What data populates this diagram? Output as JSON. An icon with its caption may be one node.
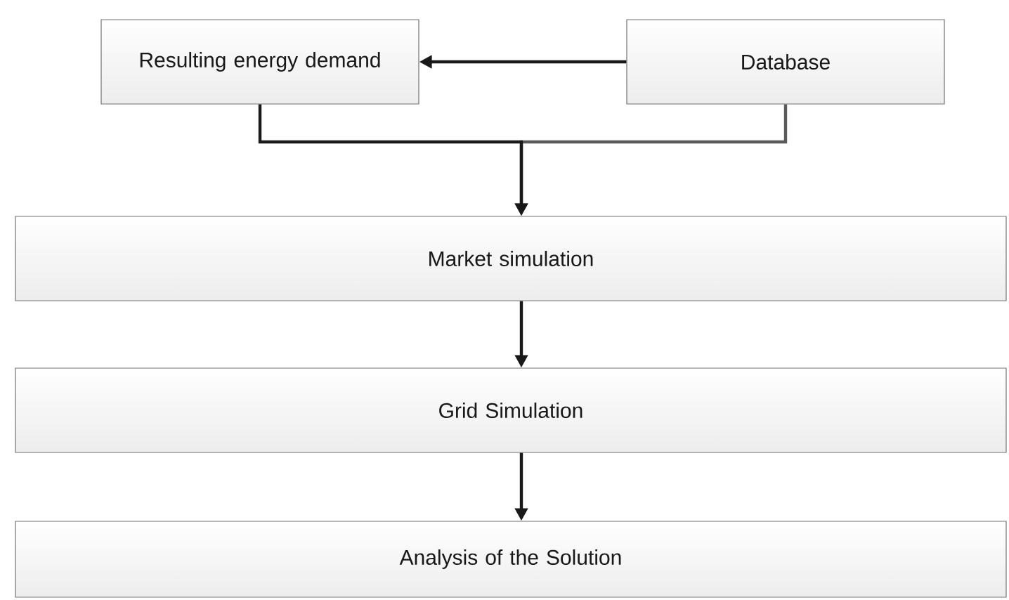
{
  "diagram": {
    "nodes": [
      {
        "text": [
          "Resulting energy demand"
        ]
      },
      {
        "text": [
          "Database"
        ]
      },
      {
        "text": [
          "Market simulation"
        ]
      },
      {
        "text": [
          "Grid Simulation"
        ]
      },
      {
        "text": [
          "Analysis of the Solution"
        ]
      }
    ],
    "edges": [
      {
        "from": 1,
        "to": 0,
        "arrow": "to"
      },
      {
        "from": 0,
        "to": 2,
        "arrow": "to"
      },
      {
        "from": 1,
        "to": 2,
        "arrow": "to",
        "color": "#5a5a5a"
      },
      {
        "from": 2,
        "to": 3,
        "arrow": "to"
      },
      {
        "from": 3,
        "to": 4,
        "arrow": "to"
      }
    ]
  }
}
